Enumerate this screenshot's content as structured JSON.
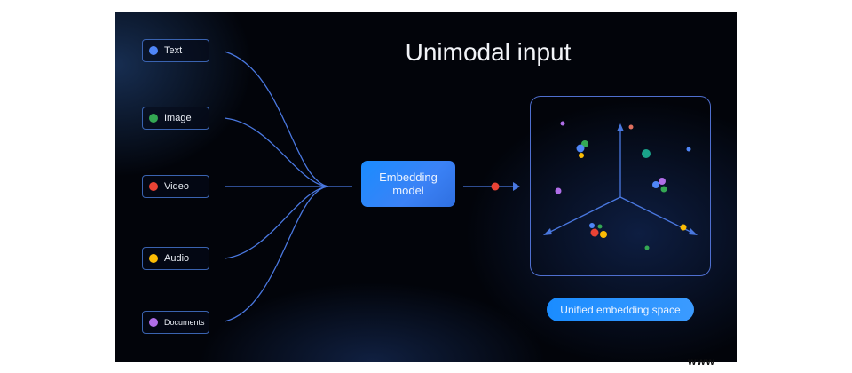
{
  "title": "Unimodal input",
  "inputs": [
    {
      "label": "Text",
      "color": "#4f86f7",
      "icon": "text-icon"
    },
    {
      "label": "Image",
      "color": "#34a853",
      "icon": "image-icon"
    },
    {
      "label": "Video",
      "color": "#ea4335",
      "icon": "video-icon"
    },
    {
      "label": "Audio",
      "color": "#fbbc04",
      "icon": "audio-icon"
    },
    {
      "label": "Documents",
      "color": "#b06ee8",
      "icon": "document-icon"
    }
  ],
  "model": {
    "line1": "Embedding",
    "line2": "model"
  },
  "output_token_color": "#ea4335",
  "space_label": "Unified embedding space",
  "point_colors": {
    "blue": "#4f86f7",
    "green": "#34a853",
    "red": "#ea4335",
    "yellow": "#fbbc04",
    "purple": "#b06ee8",
    "teal": "#1aa38a",
    "salmon": "#e0705f"
  },
  "watermark": "www"
}
